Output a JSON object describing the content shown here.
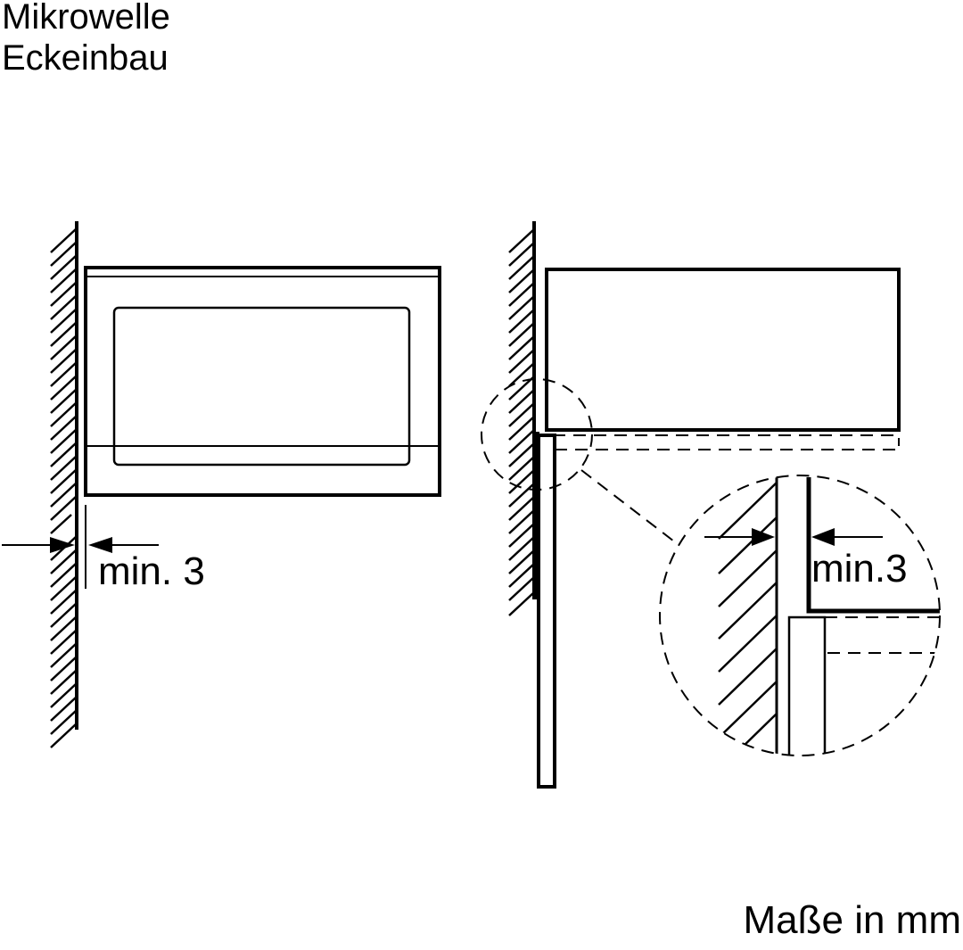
{
  "title": {
    "line1": "Mikrowelle",
    "line2": "Eckeinbau"
  },
  "units_note": "Maße in mm",
  "left_view": {
    "label": "Microwave front view next to wall",
    "dimension_label": "min. 3"
  },
  "right_view": {
    "label": "Microwave top view with adjacent door and wall",
    "detail_dimension_label": "min.3"
  },
  "colors": {
    "line": "#000000",
    "background": "#ffffff"
  }
}
